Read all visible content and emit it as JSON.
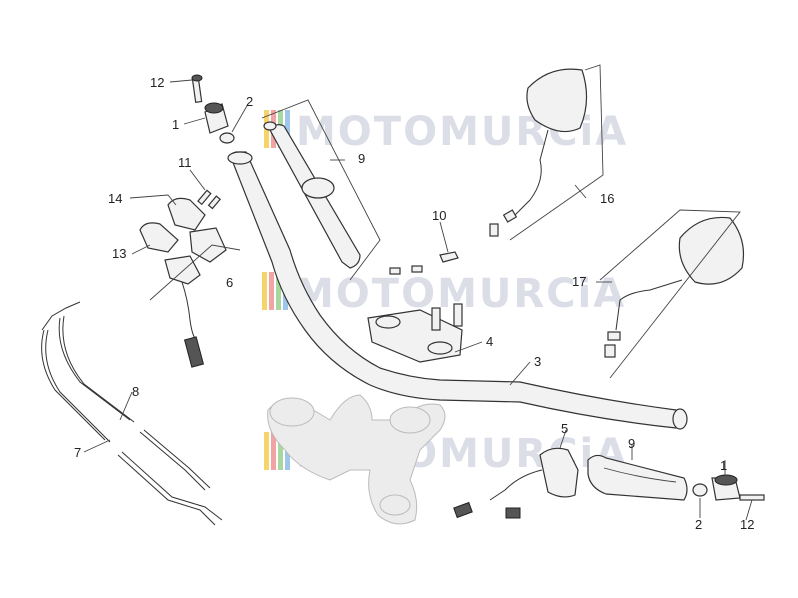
{
  "watermark": {
    "text": "MOTOMURCiA",
    "stripe_colors": [
      "#f6d36b",
      "#f2a3a3",
      "#a9d7a0",
      "#9fc6ea"
    ]
  },
  "callouts": [
    {
      "id": "c12a",
      "label": "12"
    },
    {
      "id": "c1a",
      "label": "1"
    },
    {
      "id": "c2a",
      "label": "2"
    },
    {
      "id": "c11",
      "label": "11"
    },
    {
      "id": "c14",
      "label": "14"
    },
    {
      "id": "c13",
      "label": "13"
    },
    {
      "id": "c6",
      "label": "6"
    },
    {
      "id": "c9a",
      "label": "9"
    },
    {
      "id": "c10",
      "label": "10"
    },
    {
      "id": "c16",
      "label": "16"
    },
    {
      "id": "c17",
      "label": "17"
    },
    {
      "id": "c4",
      "label": "4"
    },
    {
      "id": "c3",
      "label": "3"
    },
    {
      "id": "c8",
      "label": "8"
    },
    {
      "id": "c7",
      "label": "7"
    },
    {
      "id": "c5",
      "label": "5"
    },
    {
      "id": "c9b",
      "label": "9"
    },
    {
      "id": "c1b",
      "label": "1"
    },
    {
      "id": "c2b",
      "label": "2"
    },
    {
      "id": "c12b",
      "label": "12"
    }
  ]
}
